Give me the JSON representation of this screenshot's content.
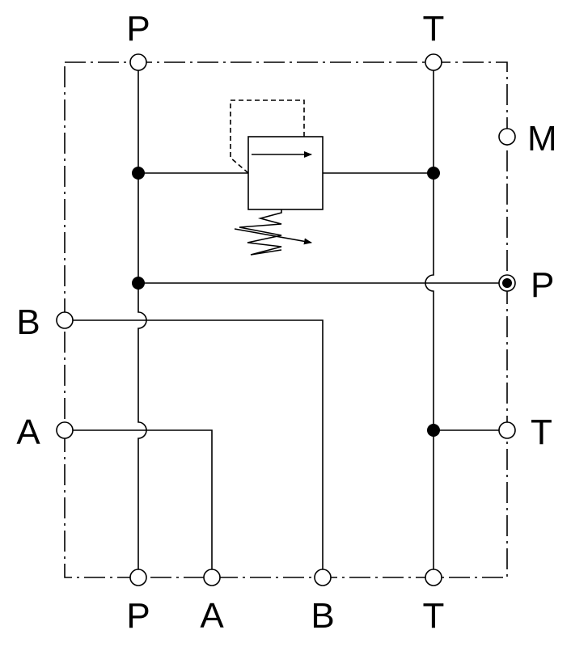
{
  "ports": {
    "top_p": "P",
    "top_t": "T",
    "right_m": "M",
    "right_p": "P",
    "right_t": "T",
    "left_b": "B",
    "left_a": "A",
    "bottom_p": "P",
    "bottom_a": "A",
    "bottom_b": "B",
    "bottom_t": "T"
  }
}
